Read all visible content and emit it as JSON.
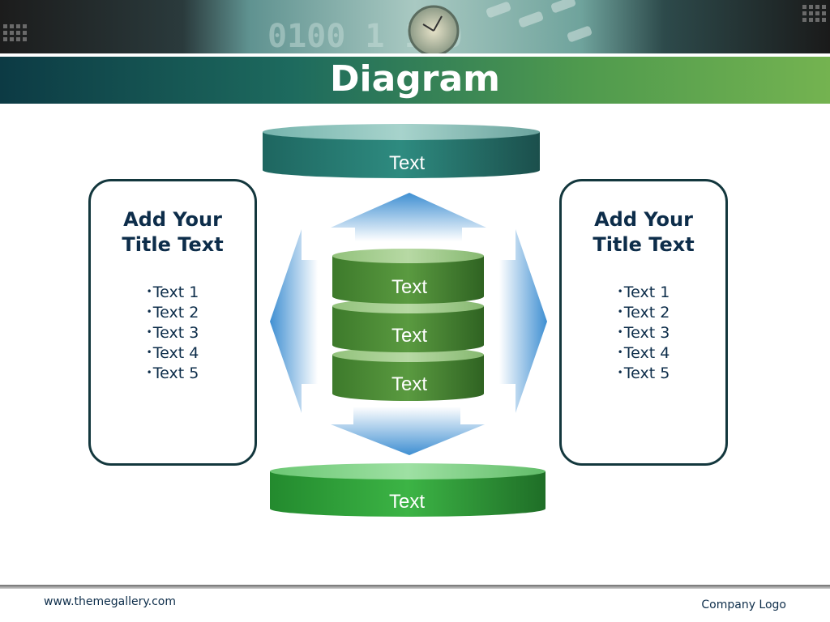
{
  "slide": {
    "title": "Diagram",
    "header_watermark": "0100 1 110"
  },
  "diagram": {
    "top_disk": "Text",
    "stack": [
      "Text",
      "Text",
      "Text"
    ],
    "bottom_disk": "Text",
    "left_panel": {
      "title_line1": "Add Your",
      "title_line2": "Title Text",
      "items": [
        "Text 1",
        "Text 2",
        "Text 3",
        "Text 4",
        "Text 5"
      ]
    },
    "right_panel": {
      "title_line1": "Add Your",
      "title_line2": "Title Text",
      "items": [
        "Text 1",
        "Text 2",
        "Text 3",
        "Text 4",
        "Text 5"
      ]
    }
  },
  "footer": {
    "url": "www.themegallery.com",
    "logo": "Company Logo"
  },
  "colors": {
    "teal_disk": "#1f6f66",
    "green_stack": "#4c8a33",
    "bright_green_disk": "#2fa43a",
    "arrow_blue": "#3f8fd2",
    "panel_border": "#13373d",
    "text_navy": "#0d2d4a"
  }
}
